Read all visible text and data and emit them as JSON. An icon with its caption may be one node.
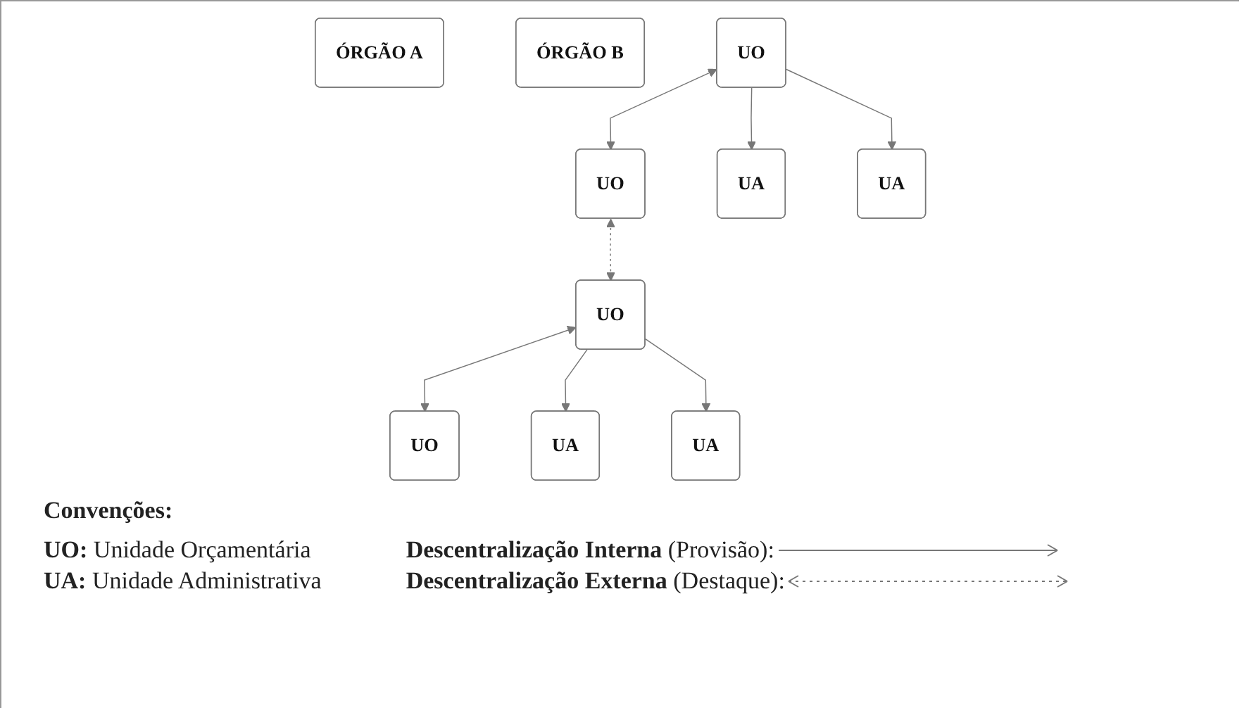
{
  "diagram": {
    "nodes": [
      {
        "text": [
          "ÓRGÃO A"
        ]
      },
      {
        "text": [
          "ÓRGÃO B"
        ]
      },
      {
        "text": [
          "UO"
        ]
      },
      {
        "text": [
          "UO"
        ]
      },
      {
        "text": [
          "UO"
        ]
      },
      {
        "text": [
          "UO"
        ]
      },
      {
        "text": [
          "UA"
        ]
      },
      {
        "text": [
          "UA"
        ]
      },
      {
        "text": [
          "UA"
        ]
      },
      {
        "text": [
          "UA"
        ]
      }
    ],
    "edges": [
      {
        "from": 2,
        "to": 3,
        "arrow": "both"
      },
      {
        "from": 3,
        "to": 4,
        "arrow": "both",
        "style": "dashed"
      },
      {
        "from": 4,
        "to": 5,
        "arrow": "both"
      },
      {
        "from": 2,
        "to": 6,
        "arrow": "to"
      },
      {
        "from": 2,
        "to": 7,
        "arrow": "to"
      },
      {
        "from": 4,
        "to": 8,
        "arrow": "to"
      },
      {
        "from": 4,
        "to": 9,
        "arrow": "to"
      }
    ],
    "labels": [
      "Convenções:",
      "**UO:** Unidade Orçamentária",
      "**UA:** Unidade Administrativa"
    ],
    "legend": [
      {
        "text": "**Descentralização Interna** (Provisão):"
      },
      {
        "text": "**Descentralização Externa** (Destaque):"
      }
    ]
  }
}
